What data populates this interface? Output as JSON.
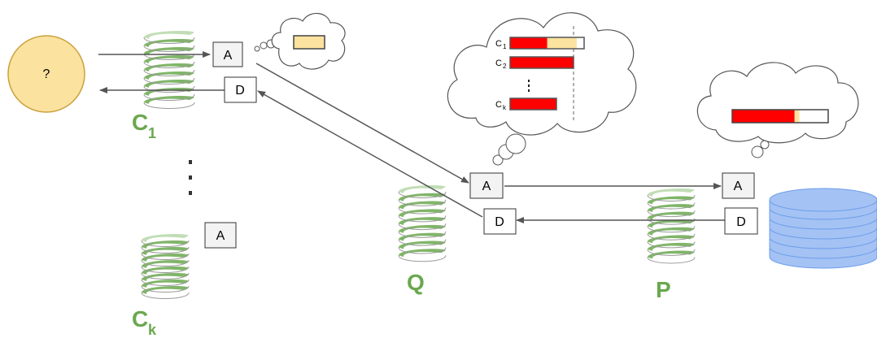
{
  "client_unknown": {
    "label": "?"
  },
  "nodes": {
    "c1": {
      "label": "C",
      "sub": "1"
    },
    "ck": {
      "label": "C",
      "sub": "k"
    },
    "q": {
      "label": "Q"
    },
    "p": {
      "label": "P"
    }
  },
  "vertical_ellipsis": "⋮",
  "messages": {
    "c1_accept": "A",
    "c1_decide": "D",
    "ck_accept": "A",
    "q_accept": "A",
    "q_decide": "D",
    "p_accept": "A",
    "p_decide": "D"
  },
  "q_thought": {
    "rows": [
      {
        "label": "C",
        "sub": "1",
        "red_fraction": 0.5,
        "pending_fraction": 0.4
      },
      {
        "label": "C",
        "sub": "2",
        "red_fraction": 1.0,
        "pending_fraction": 0
      },
      {
        "label": "C",
        "sub": "k",
        "red_fraction": 1.0,
        "pending_fraction": 0
      }
    ],
    "ellipsis": "⋮"
  },
  "p_thought": {
    "red_fraction": 0.65,
    "pending_fraction": 0.05
  },
  "colors": {
    "client_fill": "#fce29f",
    "client_stroke": "#c9a23c",
    "log_green": "#6aa84f",
    "log_green_light": "#b6d7a8",
    "log_gray": "#999999",
    "red": "#ff0000",
    "pending": "#fce29f",
    "db_fill": "#a4c2f4",
    "db_stroke": "#6d9eeb",
    "arrow": "#555555",
    "label_green": "#6aa84f"
  }
}
